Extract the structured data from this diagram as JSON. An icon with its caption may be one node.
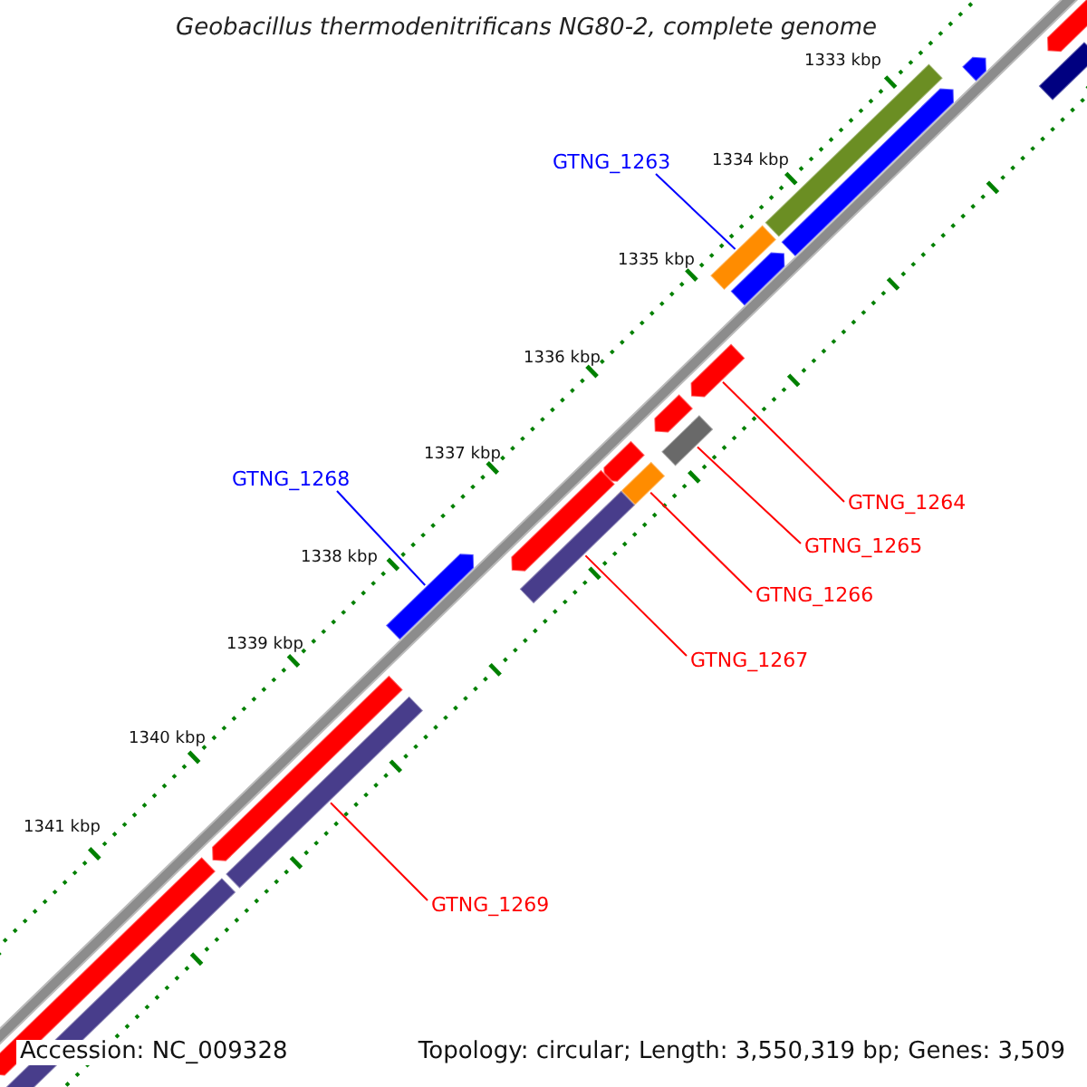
{
  "diagram": {
    "title": "Geobacillus thermodenitrificans NG80-2, complete genome",
    "nodes": [
      {
        "text": [
          "GTNG_1263"
        ]
      },
      {
        "text": [
          "GTNG_1268"
        ]
      },
      {
        "text": [
          "GTNG_1264"
        ]
      },
      {
        "text": [
          "GTNG_1265"
        ]
      },
      {
        "text": [
          "GTNG_1266"
        ]
      },
      {
        "text": [
          "GTNG_1267"
        ]
      },
      {
        "text": [
          "GTNG_1269"
        ]
      },
      {
        "text": [],
        "shape": "bar"
      },
      {
        "text": [],
        "shape": "bar"
      },
      {
        "text": [],
        "shape": "bar"
      },
      {
        "text": [],
        "shape": "bar"
      },
      {
        "text": [],
        "shape": "bar"
      },
      {
        "text": [],
        "shape": "bar"
      },
      {
        "text": [],
        "shape": "bar"
      },
      {
        "text": [],
        "shape": "bar"
      },
      {
        "text": [],
        "shape": "bar"
      },
      {
        "text": [],
        "shape": "bar"
      },
      {
        "text": [],
        "shape": "bar"
      },
      {
        "text": [],
        "shape": "bar"
      },
      {
        "text": [],
        "shape": "bar"
      },
      {
        "text": [],
        "shape": "bar"
      },
      {
        "text": [],
        "shape": "bar"
      },
      {
        "text": [],
        "shape": "bar"
      },
      {
        "text": [],
        "shape": "bar"
      },
      {
        "text": [],
        "shape": "bar"
      },
      {
        "text": [],
        "shape": "bar"
      }
    ],
    "edges": [
      {
        "from": 0,
        "to": 12,
        "arrow": "none",
        "color": "#0000ff"
      },
      {
        "from": 1,
        "to": 21,
        "arrow": "none",
        "color": "#0000ff"
      },
      {
        "from": 2,
        "to": 14,
        "arrow": "none"
      },
      {
        "from": 3,
        "to": 16,
        "arrow": "none"
      },
      {
        "from": 4,
        "to": 18,
        "arrow": "none"
      },
      {
        "from": 5,
        "to": 20,
        "arrow": "none"
      },
      {
        "from": 6,
        "to": 23,
        "arrow": "none"
      }
    ],
    "labels": [
      "1333 kbp",
      "1334 kbp",
      "1335 kbp",
      "1336 kbp",
      "1337 kbp",
      "1338 kbp",
      "1339 kbp",
      "1340 kbp",
      "1341 kbp",
      "Accession: NC_009328",
      "Topology: circular; Length: 3,550,319 bp; Genes: 3,509"
    ]
  }
}
